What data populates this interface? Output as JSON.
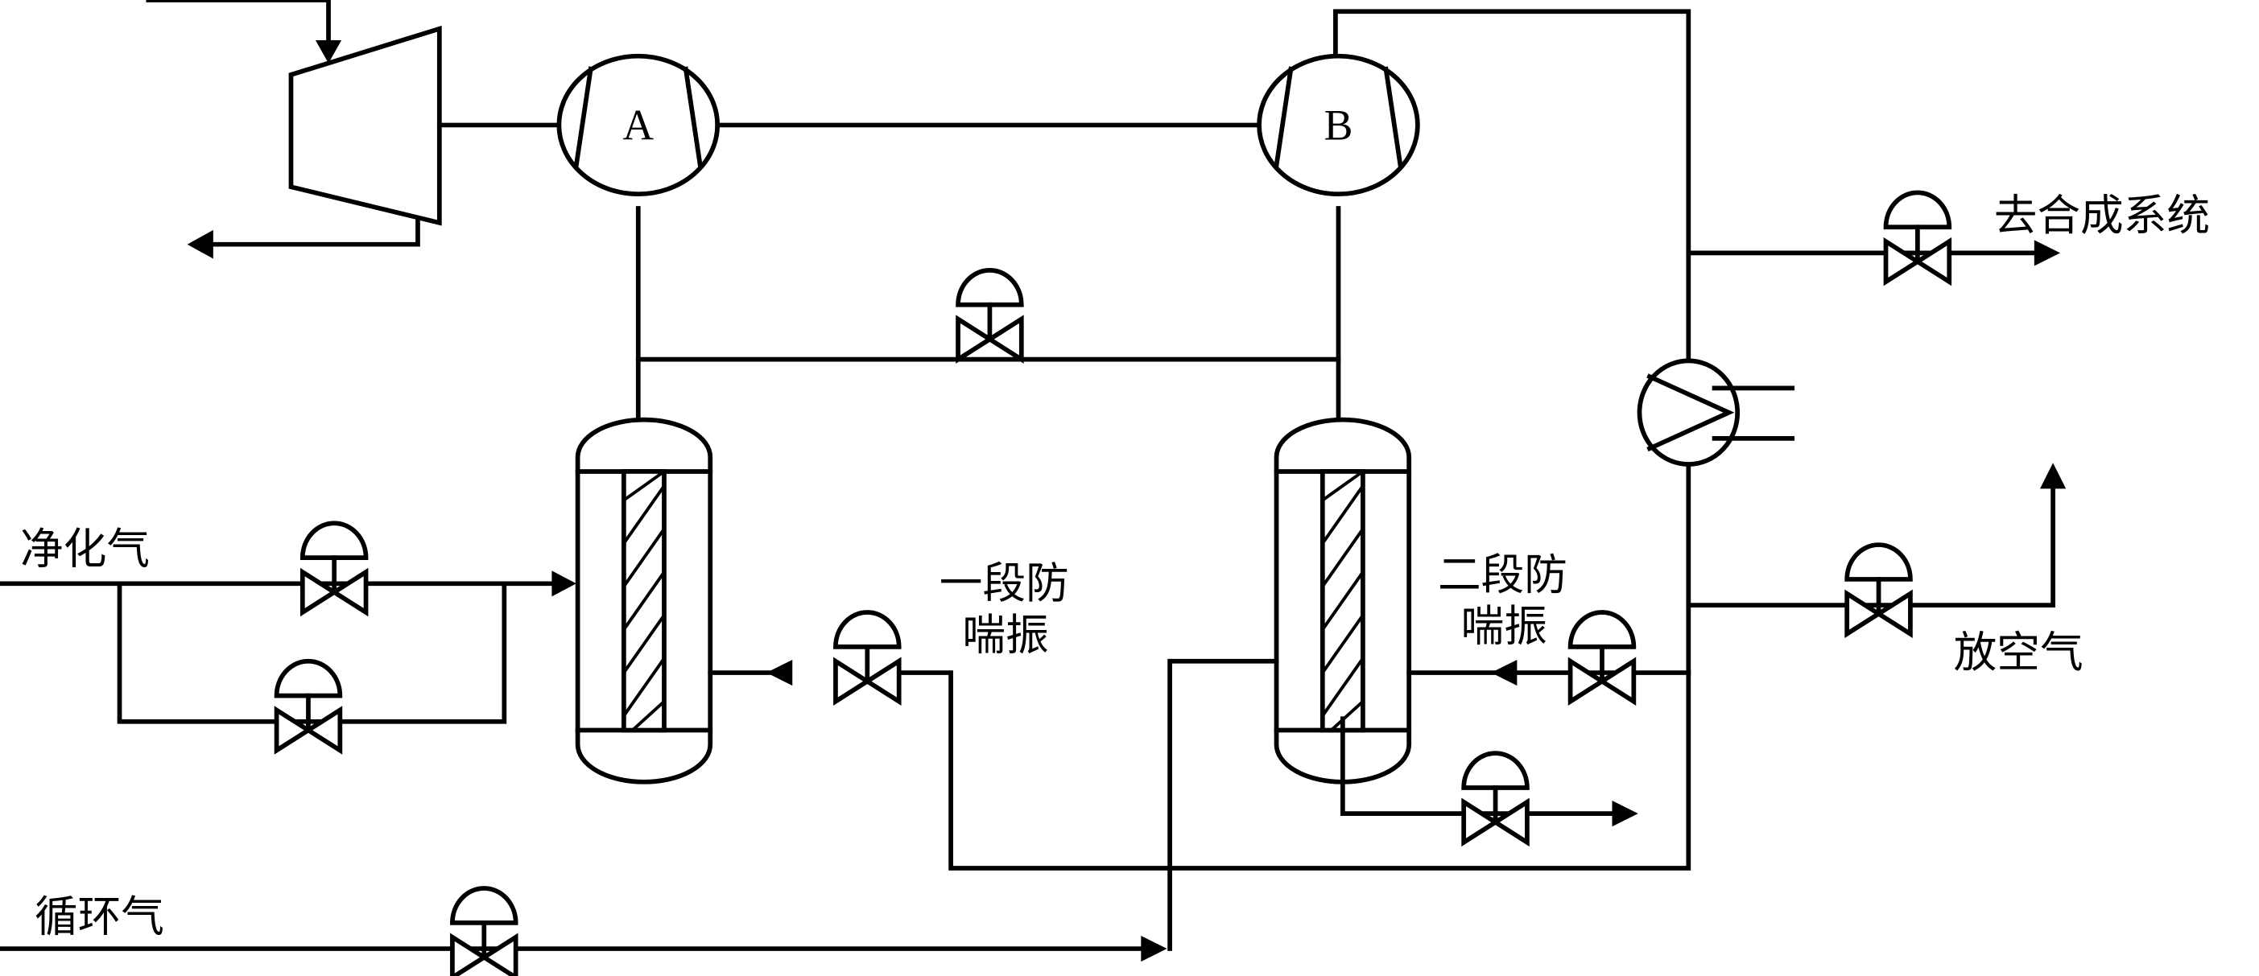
{
  "diagram": {
    "title": "",
    "equipment": {
      "compressor_a": "A",
      "compressor_b": "B"
    },
    "labels": {
      "purified_gas": "净化气",
      "recycle_gas": "循环气",
      "to_synthesis": "去合成系统",
      "vent_gas": "放空气",
      "antisurge_1_line1": "一段防",
      "antisurge_1_line2": "喘振",
      "antisurge_2_line1": "二段防",
      "antisurge_2_line2": "喘振"
    },
    "components": [
      {
        "id": "turbine",
        "type": "turbine"
      },
      {
        "id": "compressor-a",
        "type": "compressor",
        "label": "A"
      },
      {
        "id": "compressor-b",
        "type": "compressor",
        "label": "B"
      },
      {
        "id": "separator-1",
        "type": "separator-vessel"
      },
      {
        "id": "separator-2",
        "type": "separator-vessel"
      },
      {
        "id": "heat-exchanger",
        "type": "cooler"
      },
      {
        "id": "valve-purified-main",
        "type": "control-valve"
      },
      {
        "id": "valve-purified-bypass",
        "type": "control-valve"
      },
      {
        "id": "valve-interstage",
        "type": "control-valve"
      },
      {
        "id": "valve-antisurge-1",
        "type": "control-valve"
      },
      {
        "id": "valve-antisurge-2",
        "type": "control-valve"
      },
      {
        "id": "valve-drain-2",
        "type": "control-valve"
      },
      {
        "id": "valve-to-synthesis",
        "type": "control-valve"
      },
      {
        "id": "valve-vent",
        "type": "control-valve"
      },
      {
        "id": "valve-recycle",
        "type": "control-valve"
      }
    ]
  }
}
